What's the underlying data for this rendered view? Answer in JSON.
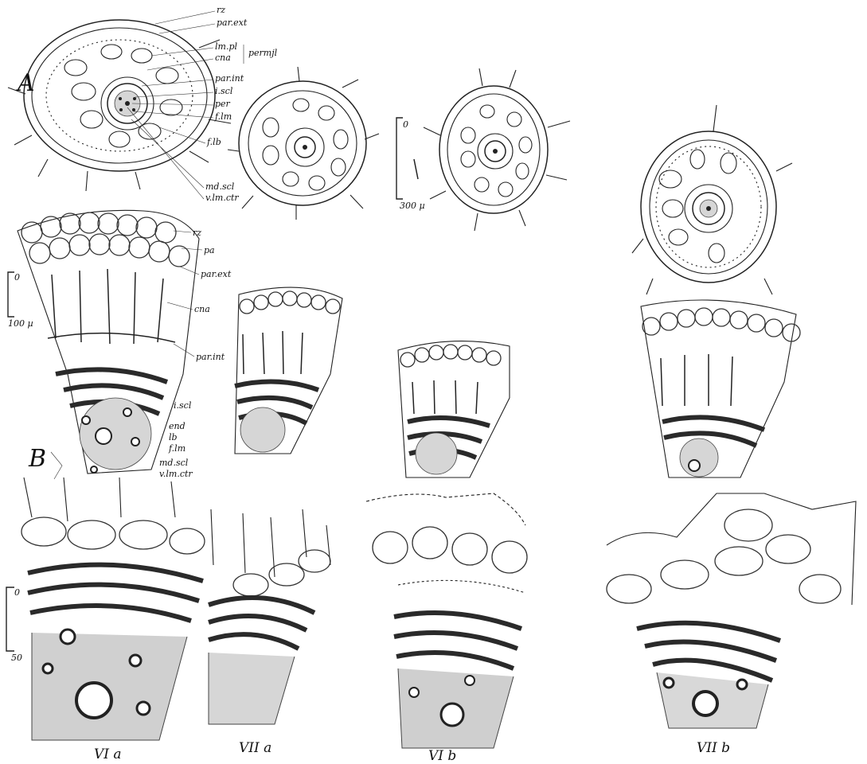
{
  "labels": {
    "panel_A": "A",
    "panel_B": "B",
    "rz": "rz",
    "par_ext": "par.ext",
    "lm_pl": "lm.pl",
    "cna": "cna",
    "permjl": "permjl",
    "par_int": "par.int",
    "i_scl": "i.scl",
    "per": "per",
    "f_lm": "f.lm",
    "f_lb": "f.lb",
    "md_scl": "md.scl",
    "v_lm_ctr": "v.lm.ctr",
    "pa": "pa",
    "par_ext_b": "par.ext",
    "cna_b": "cna",
    "par_int_b": "par.int",
    "i_scl_b": "i.scl",
    "end": "end",
    "lb": "lb",
    "f_lm_b": "f.lm",
    "md_scl_b": "md.scl",
    "v_lm_ctr_b": "v.lm.ctr"
  },
  "scales": {
    "s1_top": "0",
    "s1_bottom": "300 µ",
    "s2_top": "0",
    "s2_bottom": "100 µ",
    "s3_top": "0",
    "s3_bottom": "50"
  },
  "captions": [
    "VI a",
    "VII a",
    "VI b",
    "VII b"
  ]
}
